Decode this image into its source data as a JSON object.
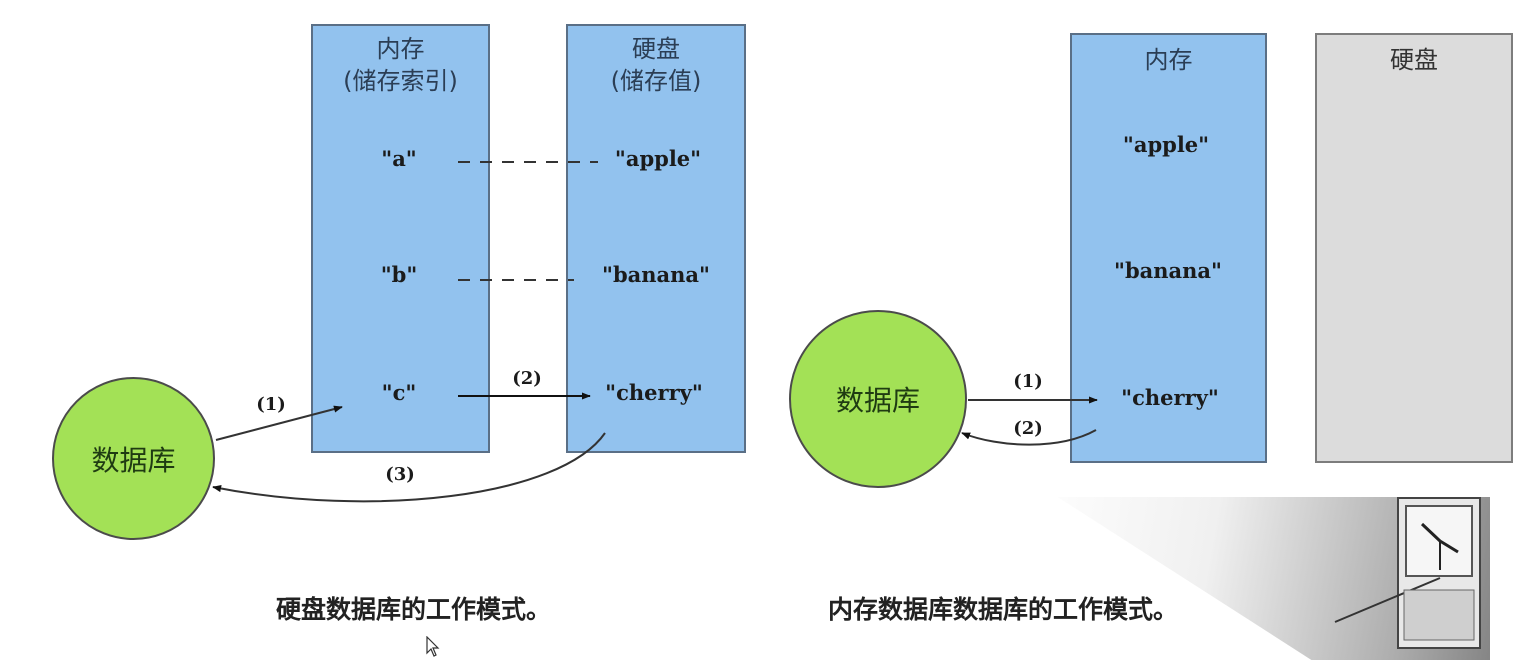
{
  "left_diagram": {
    "memory_box": {
      "title_line1": "内存",
      "title_line2": "(储存索引)"
    },
    "disk_box": {
      "title_line1": "硬盘",
      "title_line2": "(储存值)"
    },
    "keys": [
      "\"a\"",
      "\"b\"",
      "\"c\""
    ],
    "values": [
      "\"apple\"",
      "\"banana\"",
      "\"cherry\""
    ],
    "database_label": "数据库",
    "steps": [
      "(1)",
      "(2)",
      "(3)"
    ],
    "caption": "硬盘数据库的工作模式。"
  },
  "right_diagram": {
    "memory_box": {
      "title": "内存"
    },
    "disk_box": {
      "title": "硬盘"
    },
    "values": [
      "\"apple\"",
      "\"banana\"",
      "\"cherry\""
    ],
    "database_label": "数据库",
    "steps": [
      "(1)",
      "(2)"
    ],
    "caption": "内存数据库数据库的工作模式。"
  },
  "colors": {
    "memory_box": "#92c2ee",
    "disk_box_left": "#92c2ee",
    "disk_box_right": "#dcdcdc",
    "database_circle": "#a3e156"
  }
}
